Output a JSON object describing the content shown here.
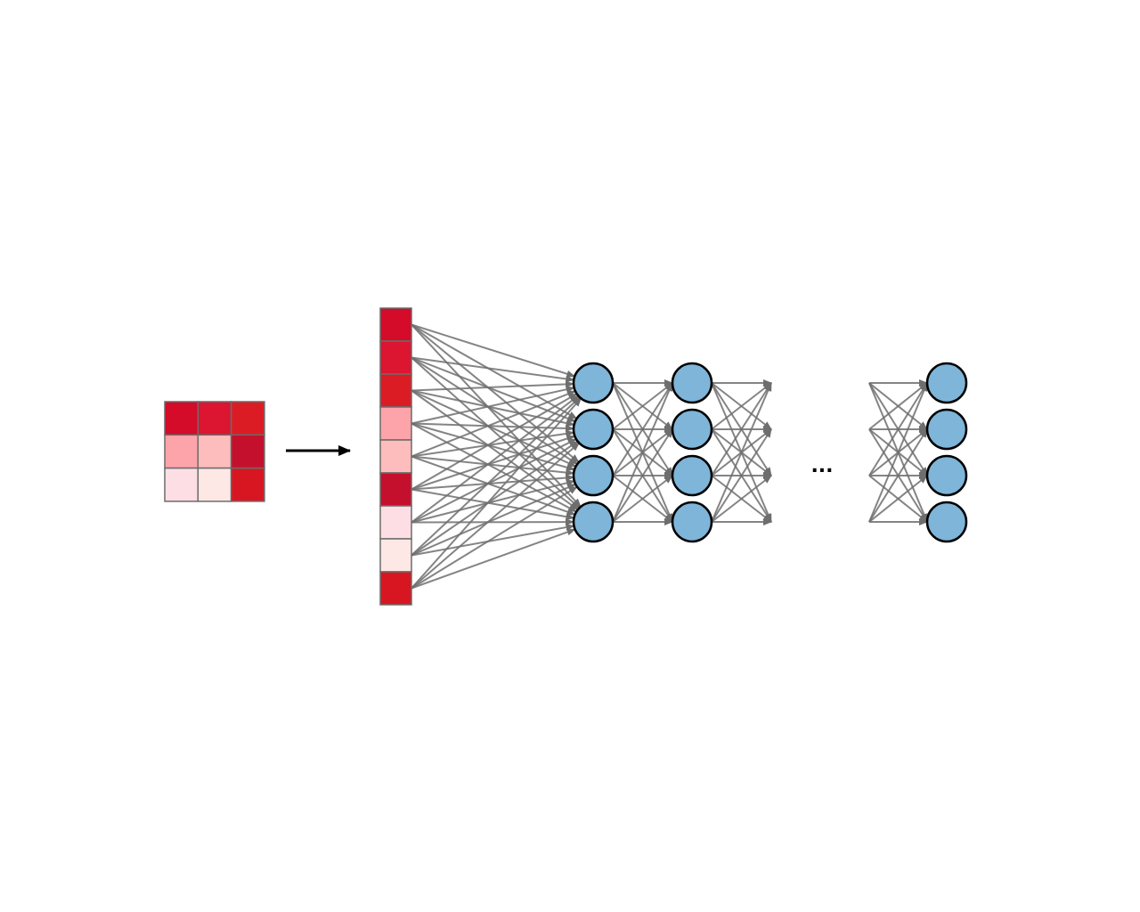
{
  "diagram": {
    "input_grid": {
      "rows": 3,
      "cols": 3,
      "cell_colors": [
        "#d40b29",
        "#dc1530",
        "#dc1c25",
        "#fca4aa",
        "#fcbdbc",
        "#c4102c",
        "#fddee4",
        "#fde8e6",
        "#d81621"
      ]
    },
    "flatten_arrow": {
      "color": "#000000"
    },
    "flattened_vector": {
      "cell_colors": [
        "#d40b29",
        "#dc1530",
        "#dc1c25",
        "#fca4aa",
        "#fcbdbc",
        "#c4102c",
        "#fddee4",
        "#fde8e6",
        "#d81621"
      ]
    },
    "layers": [
      {
        "name": "hidden-layer-1",
        "neurons": 4
      },
      {
        "name": "hidden-layer-2",
        "neurons": 4
      },
      {
        "name": "output-layer",
        "neurons": 4
      }
    ],
    "ellipsis": "...",
    "neuron_fill": "#7eb5d8",
    "neuron_stroke": "#000000",
    "edge_color": "#6e6e6e",
    "cell_border": "#6b6b6b"
  }
}
